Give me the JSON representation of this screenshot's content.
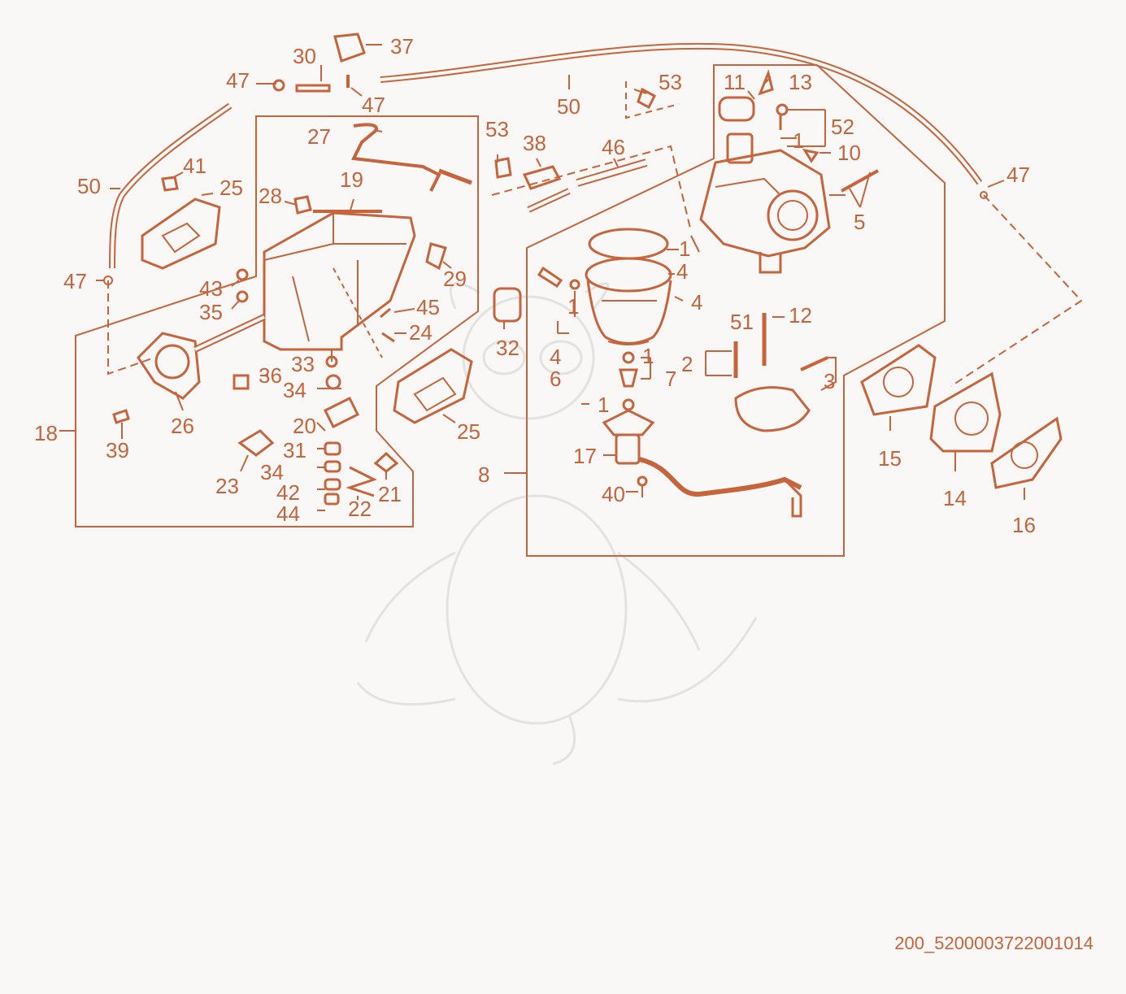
{
  "colors": {
    "ink": "#c8643c",
    "background": "#f9f8f6",
    "watermark": "#e4e2df"
  },
  "labels": {
    "l37": "37",
    "l30": "30",
    "l47a": "47",
    "l47b": "47",
    "l50a": "50",
    "l53a": "53",
    "l11": "11",
    "l13": "13",
    "l52": "52",
    "l1a": "1",
    "l10": "10",
    "l47c": "47",
    "l5": "5",
    "l27": "27",
    "l19": "19",
    "l53b": "53",
    "l38": "38",
    "l46": "46",
    "l50b": "50",
    "l41": "41",
    "l25a": "25",
    "l28": "28",
    "l29": "29",
    "l1b": "1",
    "l4a": "4",
    "l4b": "4",
    "l47d": "47",
    "l43": "43",
    "l35": "35",
    "l45": "45",
    "l24": "24",
    "l1c": "1",
    "l32": "32",
    "l12": "12",
    "l51": "51",
    "l1d": "1",
    "l2": "2",
    "l7": "7",
    "l4c": "4",
    "l6": "6",
    "l3": "3",
    "l33": "33",
    "l36": "36",
    "l34a": "34",
    "l18": "18",
    "l39": "39",
    "l26": "26",
    "l20": "20",
    "l1e": "1",
    "l25b": "25",
    "l15": "15",
    "l14": "14",
    "l16": "16",
    "l17": "17",
    "l31": "31",
    "l34b": "34",
    "l42": "42",
    "l44": "44",
    "l22": "22",
    "l21": "21",
    "l23": "23",
    "l8": "8",
    "l40": "40"
  },
  "footer": {
    "code": "200_5200003722001014"
  }
}
